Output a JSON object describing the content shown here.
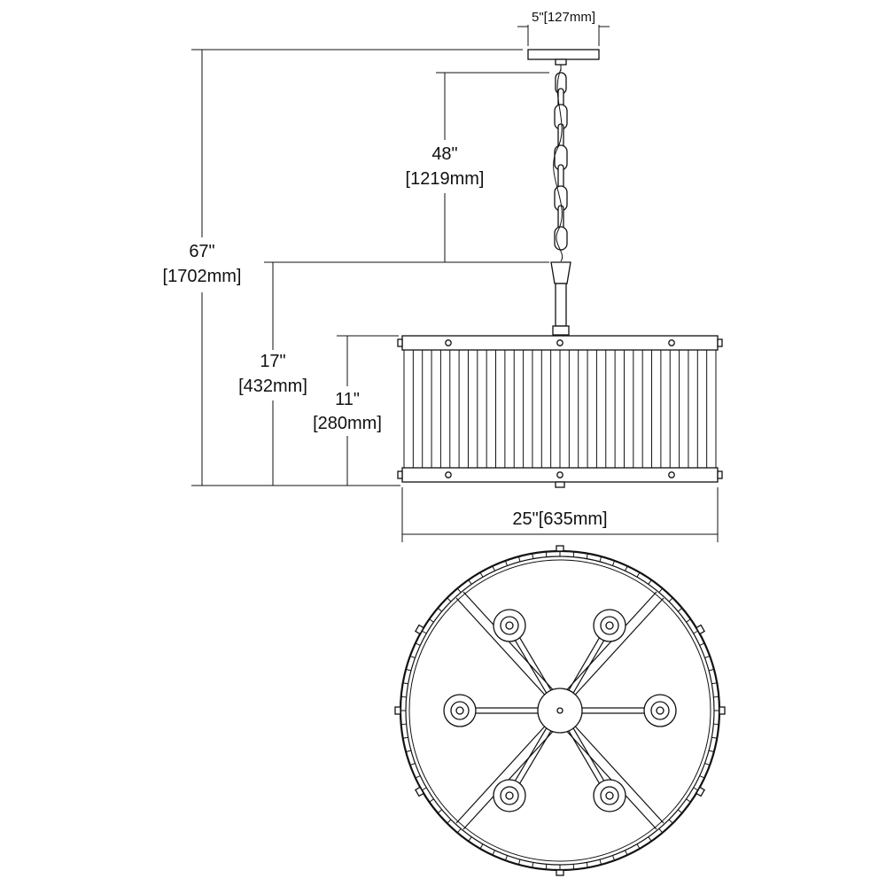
{
  "dimensions": {
    "canopy_width": "5\"[127mm]",
    "chain_length_in": "48\"",
    "chain_length_mm": "[1219mm]",
    "overall_height_in": "67\"",
    "overall_height_mm": "[1702mm]",
    "fixture_height_in": "17\"",
    "fixture_height_mm": "[432mm]",
    "shade_height_in": "11\"",
    "shade_height_mm": "[280mm]",
    "shade_width": "25\"[635mm]"
  },
  "bottom_view": {
    "light_count": 6
  }
}
